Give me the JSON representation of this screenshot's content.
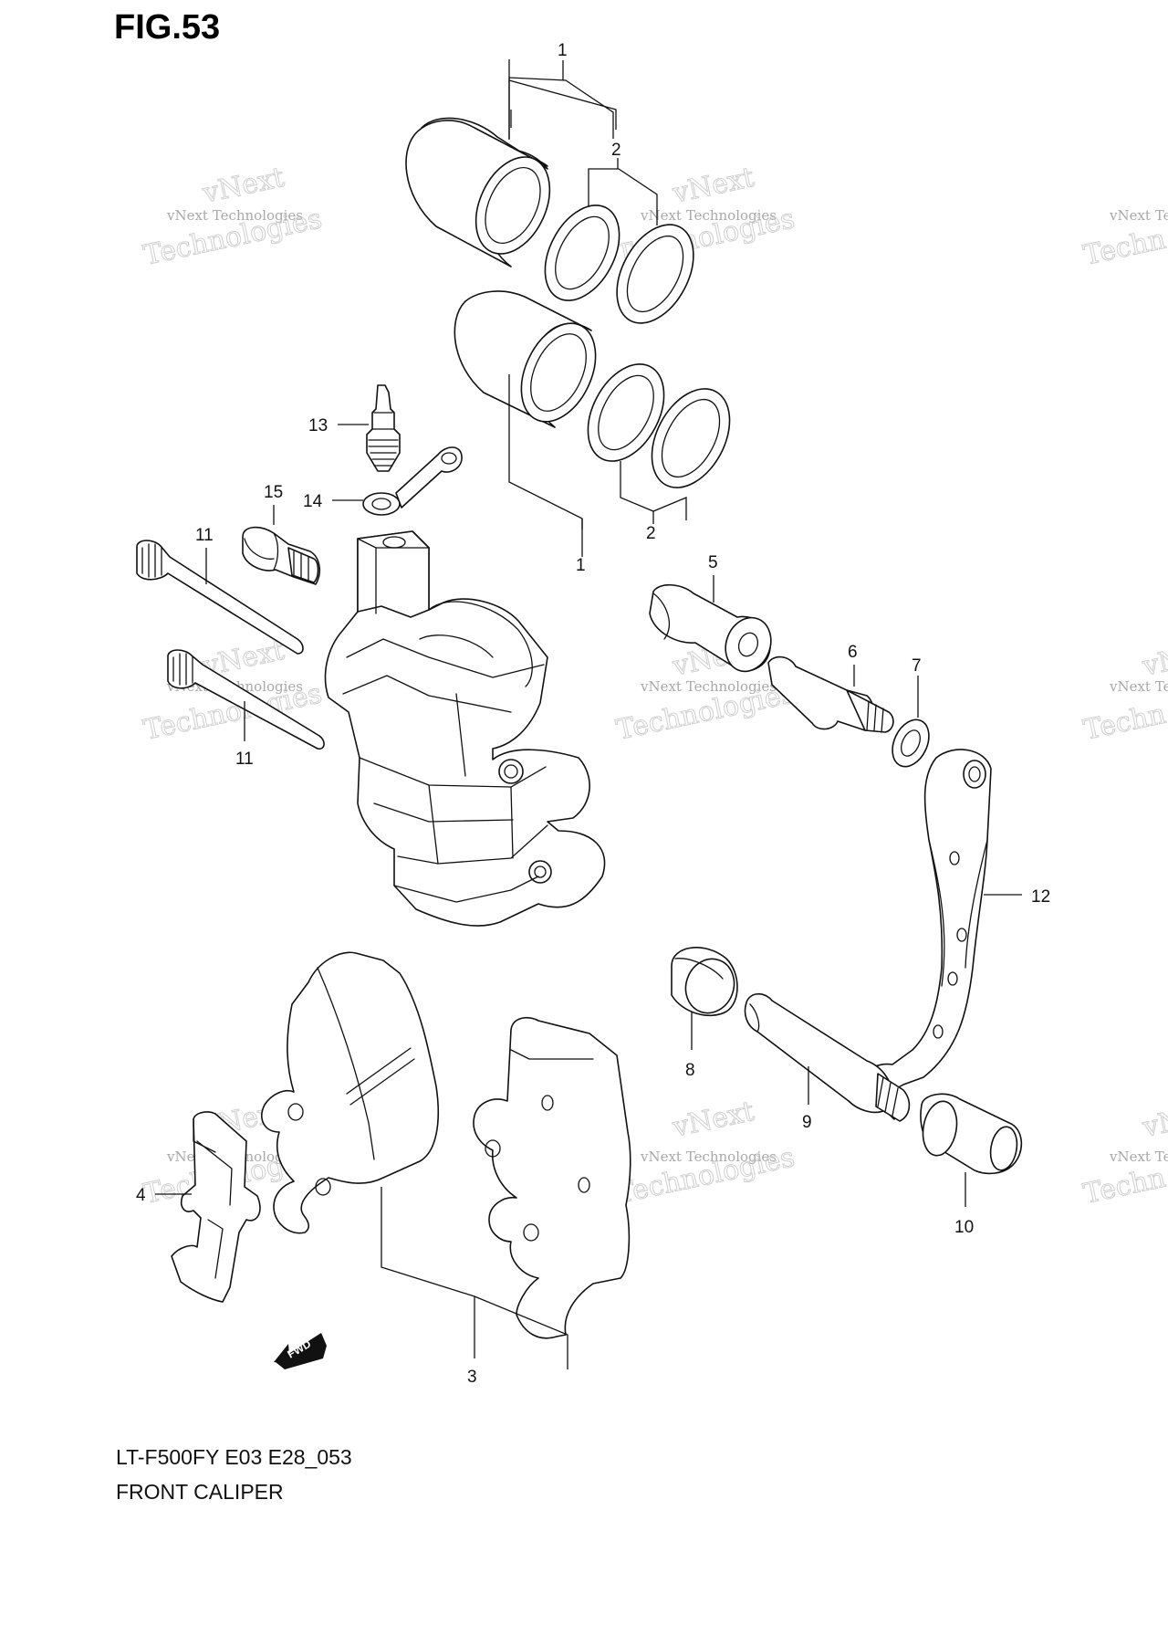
{
  "figure_title": "FIG.53",
  "model_code": "LT-F500FY E03 E28_053",
  "figure_caption": "FRONT CALIPER",
  "watermark": {
    "line1": "vNext",
    "line2": "vNext Technologies",
    "line3": "Technologies",
    "partial_line1": "vN",
    "partial_line2": "vNext Tec",
    "partial_line3": "Techn"
  },
  "fwd_label": "FWD",
  "callouts": [
    {
      "id": "c1-top",
      "label": "1"
    },
    {
      "id": "c2-top",
      "label": "2"
    },
    {
      "id": "c1-bottom",
      "label": "1"
    },
    {
      "id": "c2-bottom",
      "label": "2"
    },
    {
      "id": "c3",
      "label": "3"
    },
    {
      "id": "c4",
      "label": "4"
    },
    {
      "id": "c5",
      "label": "5"
    },
    {
      "id": "c6",
      "label": "6"
    },
    {
      "id": "c7",
      "label": "7"
    },
    {
      "id": "c8",
      "label": "8"
    },
    {
      "id": "c9",
      "label": "9"
    },
    {
      "id": "c10",
      "label": "10"
    },
    {
      "id": "c11-upper",
      "label": "11"
    },
    {
      "id": "c11-lower",
      "label": "11"
    },
    {
      "id": "c12",
      "label": "12"
    },
    {
      "id": "c13",
      "label": "13"
    },
    {
      "id": "c14",
      "label": "14"
    },
    {
      "id": "c15",
      "label": "15"
    }
  ]
}
